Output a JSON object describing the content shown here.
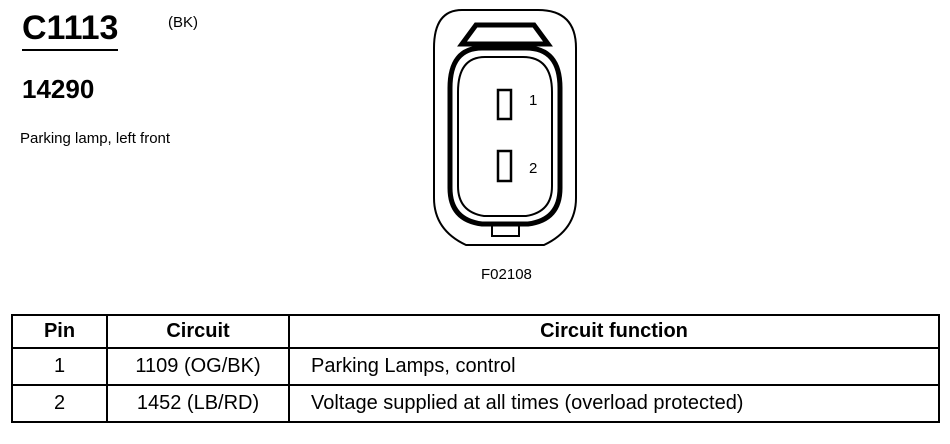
{
  "connector": {
    "id": "C1113",
    "color_code": "(BK)",
    "part_number": "14290",
    "description": "Parking lamp, left front"
  },
  "diagram": {
    "pin_labels": [
      "1",
      "2"
    ],
    "figure_id": "F02108"
  },
  "table": {
    "headers": [
      "Pin",
      "Circuit",
      "Circuit function"
    ],
    "rows": [
      {
        "pin": "1",
        "circuit": "1109 (OG/BK)",
        "function": "Parking Lamps, control"
      },
      {
        "pin": "2",
        "circuit": "1452 (LB/RD)",
        "function": "Voltage supplied at all times (overload protected)"
      }
    ]
  }
}
